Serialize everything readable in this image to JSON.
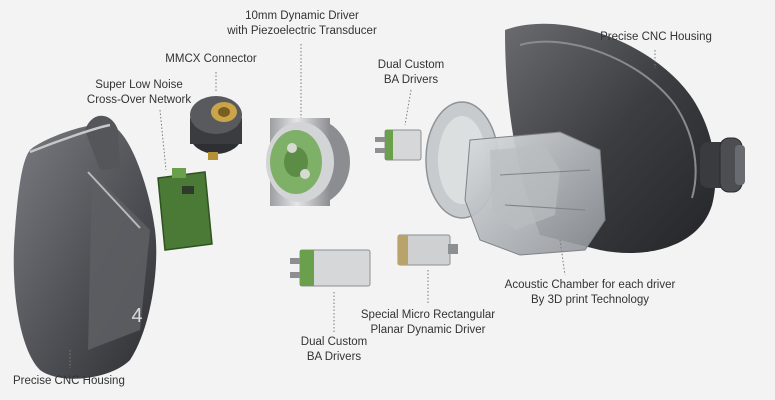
{
  "colors": {
    "background": "#f3f3f3",
    "text": "#333333",
    "leader": "#7a7a7a",
    "housing_dark": "#3c3d40",
    "housing_mid": "#5b5c60",
    "metal": "#c9c9cb",
    "pcb_green": "#4a7a35",
    "shell_clear": "#9fa4a8"
  },
  "components": [
    {
      "id": "faceplate",
      "icon": "cnc-faceplate-icon"
    },
    {
      "id": "crossover",
      "icon": "pcb-board-icon"
    },
    {
      "id": "mmcx",
      "icon": "mmcx-connector-icon"
    },
    {
      "id": "dynamic",
      "icon": "dynamic-driver-icon"
    },
    {
      "id": "ba_top",
      "icon": "ba-driver-icon"
    },
    {
      "id": "ba_bottom",
      "icon": "ba-driver-icon"
    },
    {
      "id": "planar",
      "icon": "planar-driver-icon"
    },
    {
      "id": "chamber",
      "icon": "acoustic-chamber-icon"
    },
    {
      "id": "rear_housing",
      "icon": "cnc-rear-housing-icon"
    }
  ],
  "labels": {
    "dynamic_driver": [
      "10mm Dynamic Driver",
      "with Piezoelectric Transducer"
    ],
    "mmcx": [
      "MMCX Connector"
    ],
    "crossover": [
      "Super Low Noise",
      "Cross-Over Network"
    ],
    "ba_top": [
      "Dual Custom",
      "BA Drivers"
    ],
    "housing_top": [
      "Precise CNC Housing"
    ],
    "acoustic": [
      "Acoustic Chamber for each driver",
      "By 3D print Technology"
    ],
    "planar": [
      "Special Micro Rectangular",
      "Planar Dynamic Driver"
    ],
    "ba_bottom": [
      "Dual Custom",
      "BA Drivers"
    ],
    "housing_bottom": [
      "Precise CNC Housing"
    ],
    "faceplate_logo": "4"
  }
}
